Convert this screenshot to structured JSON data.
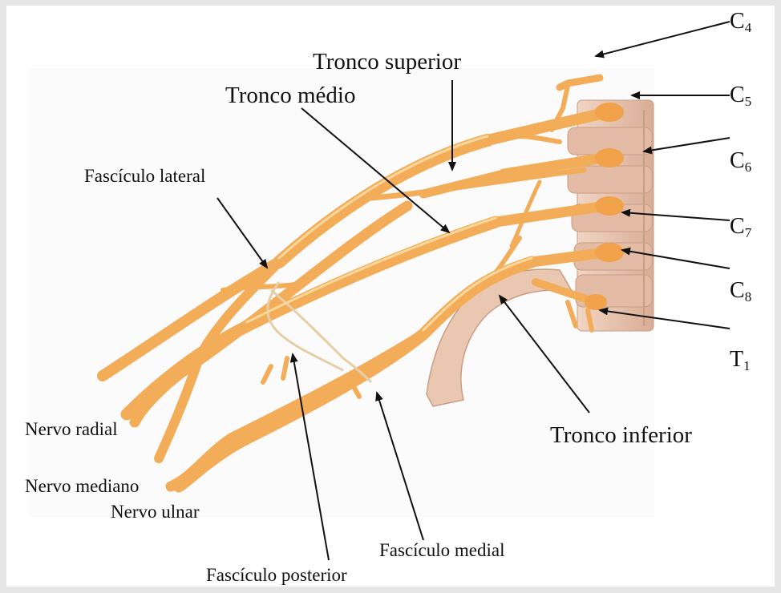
{
  "labels": {
    "tronco_superior": "Tronco superior",
    "tronco_medio": "Tronco médio",
    "fasciculo_lateral": "Fascículo lateral",
    "nervo_radial": "Nervo radial",
    "nervo_mediano": "Nervo mediano",
    "nervo_ulnar": "Nervo ulnar",
    "fasciculo_medial": "Fascículo medial",
    "fasciculo_posterior": "Fascículo posterior",
    "tronco_inferior": "Tronco inferior"
  },
  "roots": [
    {
      "letter": "C",
      "sub": "4"
    },
    {
      "letter": "C",
      "sub": "5"
    },
    {
      "letter": "C",
      "sub": "6"
    },
    {
      "letter": "C",
      "sub": "7"
    },
    {
      "letter": "C",
      "sub": "8"
    },
    {
      "letter": "T",
      "sub": "1"
    }
  ],
  "colors": {
    "nerve": "#f3ad59",
    "nerve_shade": "#d98a35",
    "nerve_highlight": "#fbd79b",
    "bone": "#e8c3ad",
    "bone_shade": "#c99d86",
    "arrow": "#111111"
  }
}
